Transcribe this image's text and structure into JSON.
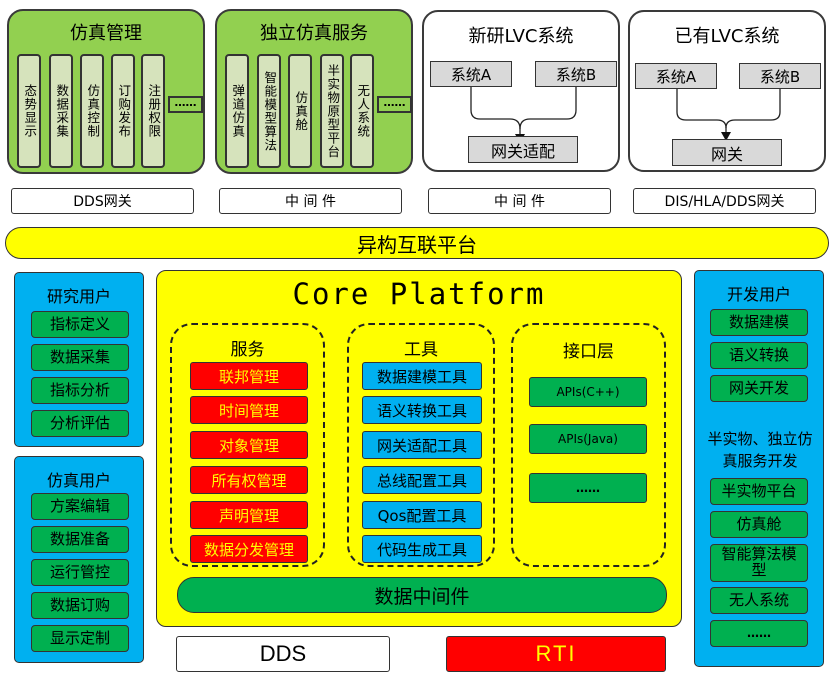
{
  "top_groups": {
    "sim_mgmt": {
      "title": "仿真管理",
      "items": [
        "态势显示",
        "数据采集",
        "仿真控制",
        "订购发布",
        "注册权限"
      ],
      "more": "……"
    },
    "standalone": {
      "title": "独立仿真服务",
      "items": [
        "弹道仿真",
        "智能模型算法",
        "仿真舱",
        "半实物原型平台",
        "无人系统"
      ],
      "more": "……"
    },
    "new_lvc": {
      "title": "新研LVC系统",
      "system_a": "系统A",
      "system_b": "系统B",
      "target": "网关适配"
    },
    "existing_lvc": {
      "title": "已有LVC系统",
      "system_a": "系统A",
      "system_b": "系统B",
      "target": "网关"
    }
  },
  "gateways": [
    "DDS网关",
    "中 间 件",
    "中 间 件",
    "DIS/HLA/DDS网关"
  ],
  "hetero_platform": "异构互联平台",
  "research_users": {
    "title": "研究用户",
    "items": [
      "指标定义",
      "数据采集",
      "指标分析",
      "分析评估"
    ]
  },
  "sim_users": {
    "title": "仿真用户",
    "items": [
      "方案编辑",
      "数据准备",
      "运行管控",
      "数据订购",
      "显示定制"
    ]
  },
  "core_platform": {
    "title": "Core Platform",
    "services": {
      "title": "服务",
      "items": [
        "联邦管理",
        "时间管理",
        "对象管理",
        "所有权管理",
        "声明管理",
        "数据分发管理"
      ]
    },
    "tools": {
      "title": "工具",
      "items": [
        "数据建模工具",
        "语义转换工具",
        "网关适配工具",
        "总线配置工具",
        "Qos配置工具",
        "代码生成工具"
      ]
    },
    "interfaces": {
      "title": "接口层",
      "items": [
        "APIs(C++)",
        "APIs(Java)",
        "……"
      ]
    },
    "middleware": "数据中间件"
  },
  "bottom": {
    "dds": "DDS",
    "rti": "RTI"
  },
  "dev_users": {
    "title": "开发用户",
    "items": [
      "数据建模",
      "语义转换",
      "网关开发"
    ],
    "subtitle": "半实物、独立仿真服务开发",
    "sub_items": [
      "半实物平台",
      "仿真舱",
      "智能算法模型",
      "无人系统",
      "……"
    ]
  },
  "colors": {
    "green_group": "#92d050",
    "column_fill": "#d6e3bc",
    "yellow": "#ffff00",
    "blue": "#00b0f0",
    "green_item": "#00b050",
    "red": "#ff0000",
    "gray": "#d9d9d9"
  }
}
